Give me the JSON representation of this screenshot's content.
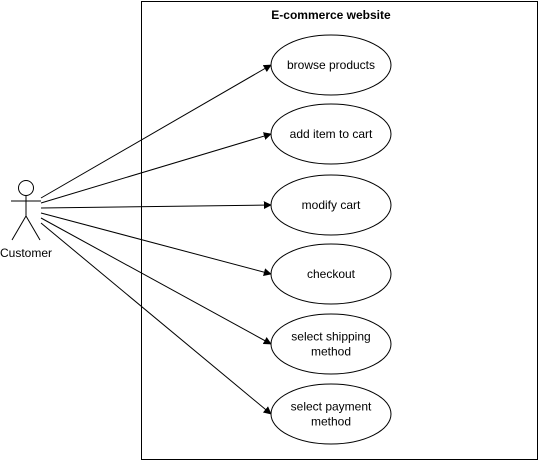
{
  "system": {
    "title": "E-commerce website"
  },
  "actor": {
    "label": "Customer"
  },
  "use_cases": [
    {
      "lines": [
        "browse products"
      ]
    },
    {
      "lines": [
        "add item to cart"
      ]
    },
    {
      "lines": [
        "modify cart"
      ]
    },
    {
      "lines": [
        "checkout"
      ]
    },
    {
      "lines": [
        "select shipping",
        "method"
      ]
    },
    {
      "lines": [
        "select payment",
        "method"
      ]
    }
  ],
  "colors": {
    "stroke": "#000000",
    "fill": "#ffffff",
    "text": "#000000"
  }
}
